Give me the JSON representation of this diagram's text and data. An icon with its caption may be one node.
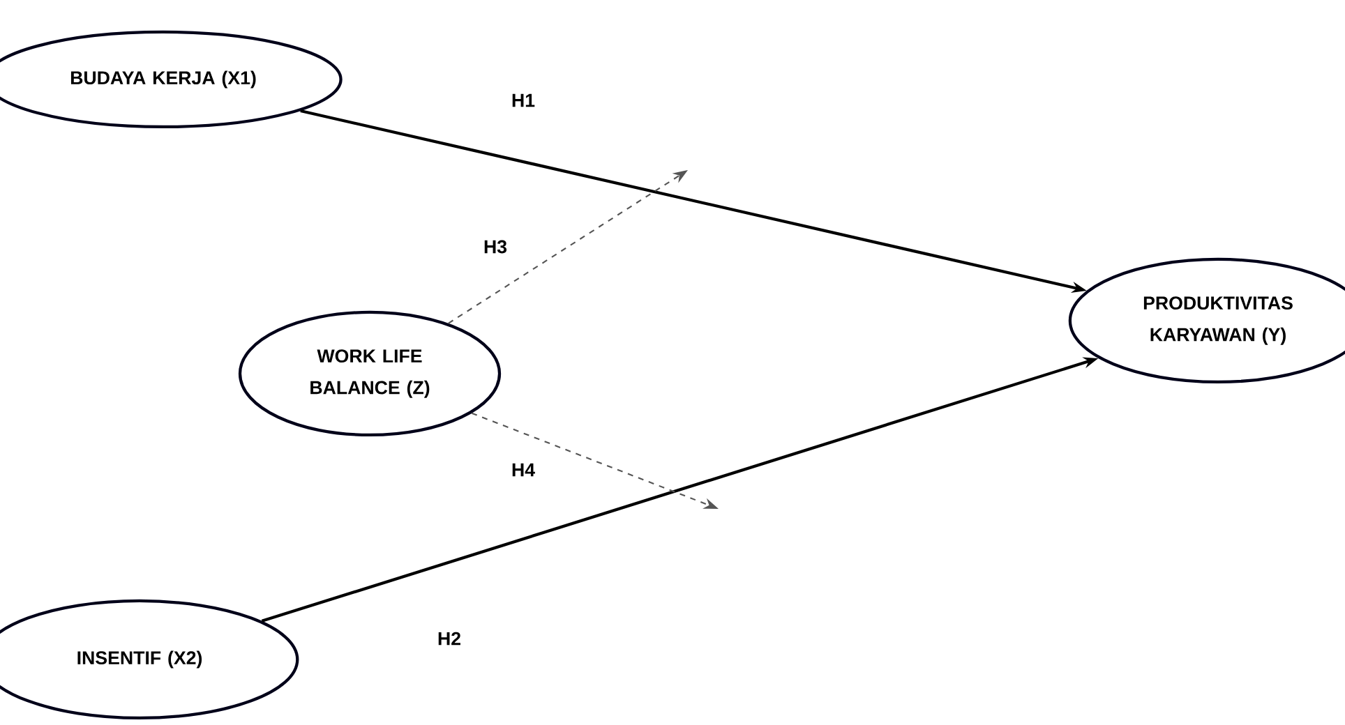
{
  "diagram": {
    "nodes": [
      {
        "text": [
          "BUDAYA KERJA (X1)"
        ]
      },
      {
        "text": [
          "WORK LIFE BALANCE (Z)"
        ]
      },
      {
        "text": [
          "PRODUKTIVITAS KARYAWAN (Y)"
        ]
      },
      {
        "text": [
          "INSENTIF (X2)"
        ]
      }
    ],
    "edges": [
      {
        "from": 0,
        "to": 2,
        "arrow": "to",
        "label": "H1"
      },
      {
        "from": 3,
        "to": 2,
        "arrow": "to",
        "label": "H2"
      },
      {
        "from": 1,
        "to": null,
        "arrow": "to",
        "label": "H3",
        "style": "dashed",
        "color": "#555555"
      },
      {
        "from": 1,
        "to": null,
        "arrow": "to",
        "label": "H4",
        "style": "dashed",
        "color": "#555555"
      }
    ]
  }
}
